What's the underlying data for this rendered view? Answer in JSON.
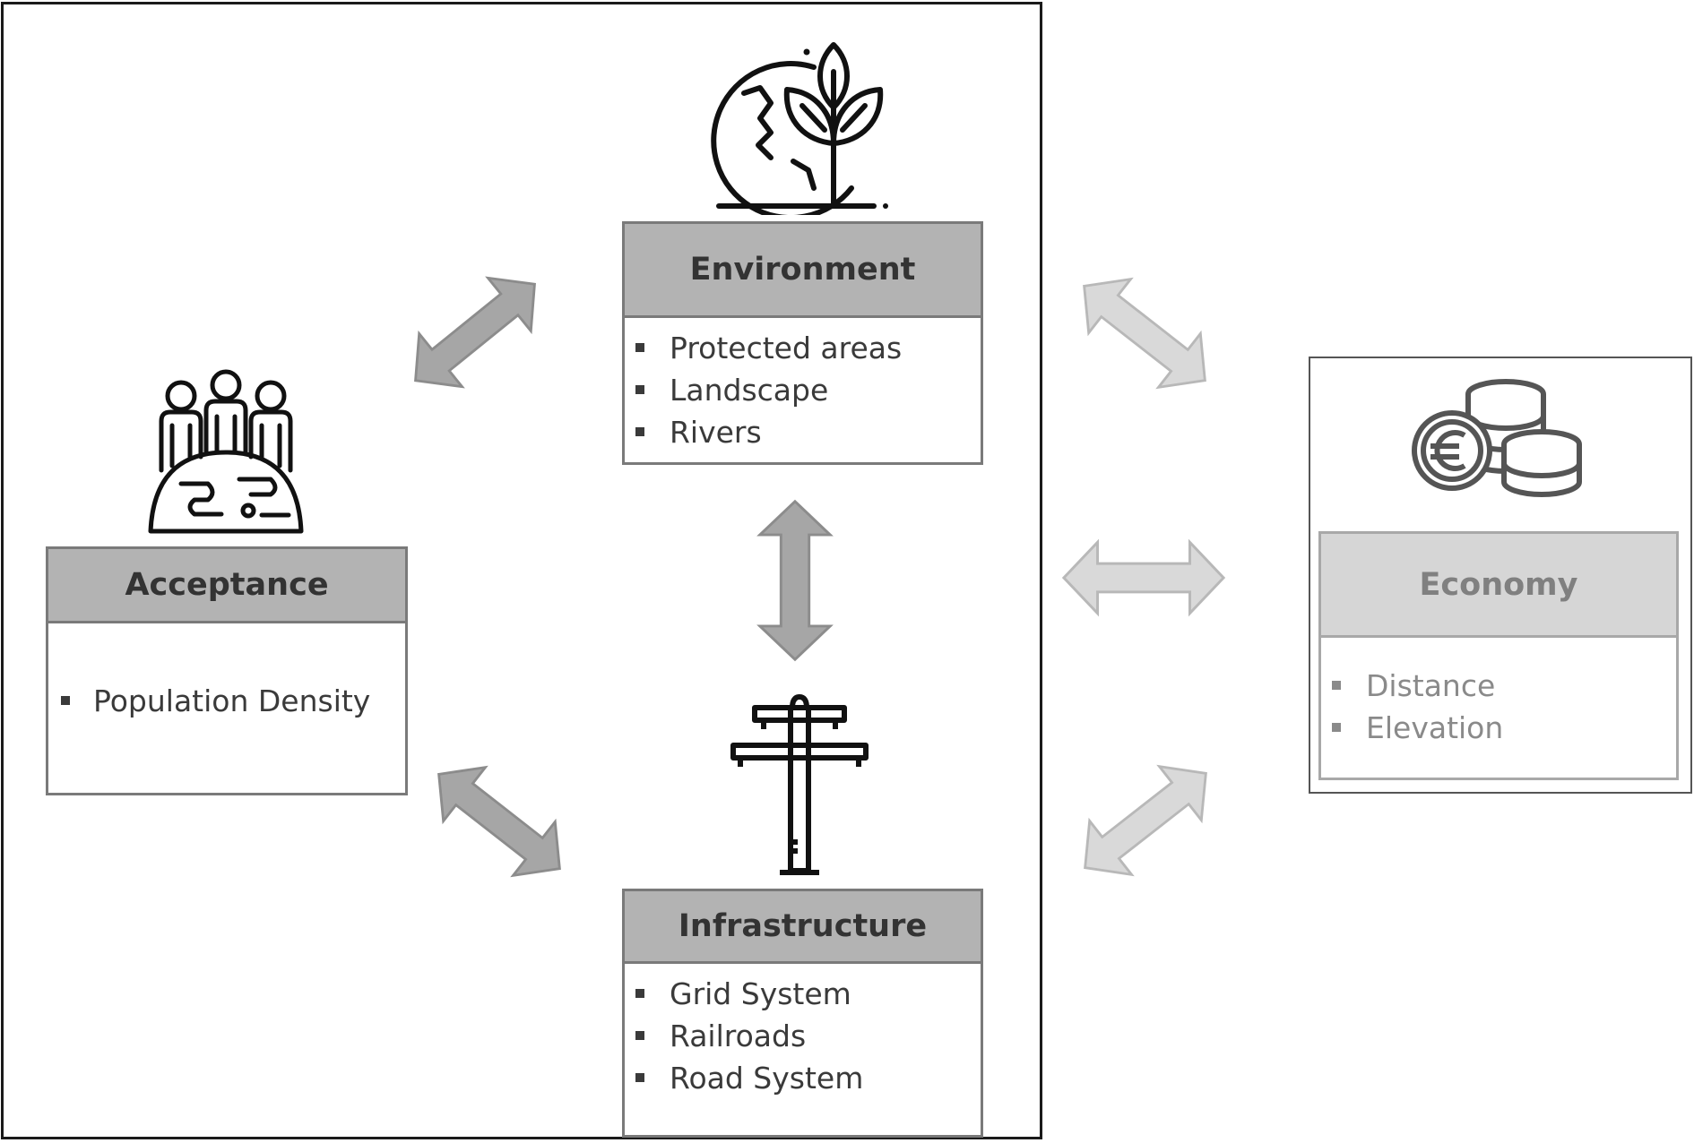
{
  "environment": {
    "title": "Environment",
    "items": [
      "Protected areas",
      "Landscape",
      "Rivers"
    ],
    "icon": "globe-plant-icon"
  },
  "acceptance": {
    "title": "Acceptance",
    "items": [
      "Population Density"
    ],
    "icon": "people-on-globe-icon"
  },
  "infrastructure": {
    "title": "Infrastructure",
    "items": [
      "Grid System",
      "Railroads",
      "Road System"
    ],
    "icon": "power-pole-icon"
  },
  "economy": {
    "title": "Economy",
    "items": [
      "Distance",
      "Elevation"
    ],
    "icon": "euro-coins-icon"
  },
  "colors": {
    "arrow_dark": "#a6a6a6",
    "arrow_light": "#d9d9d9",
    "header_fill": "#b3b3b3",
    "header_fill_light": "#d6d6d6"
  }
}
